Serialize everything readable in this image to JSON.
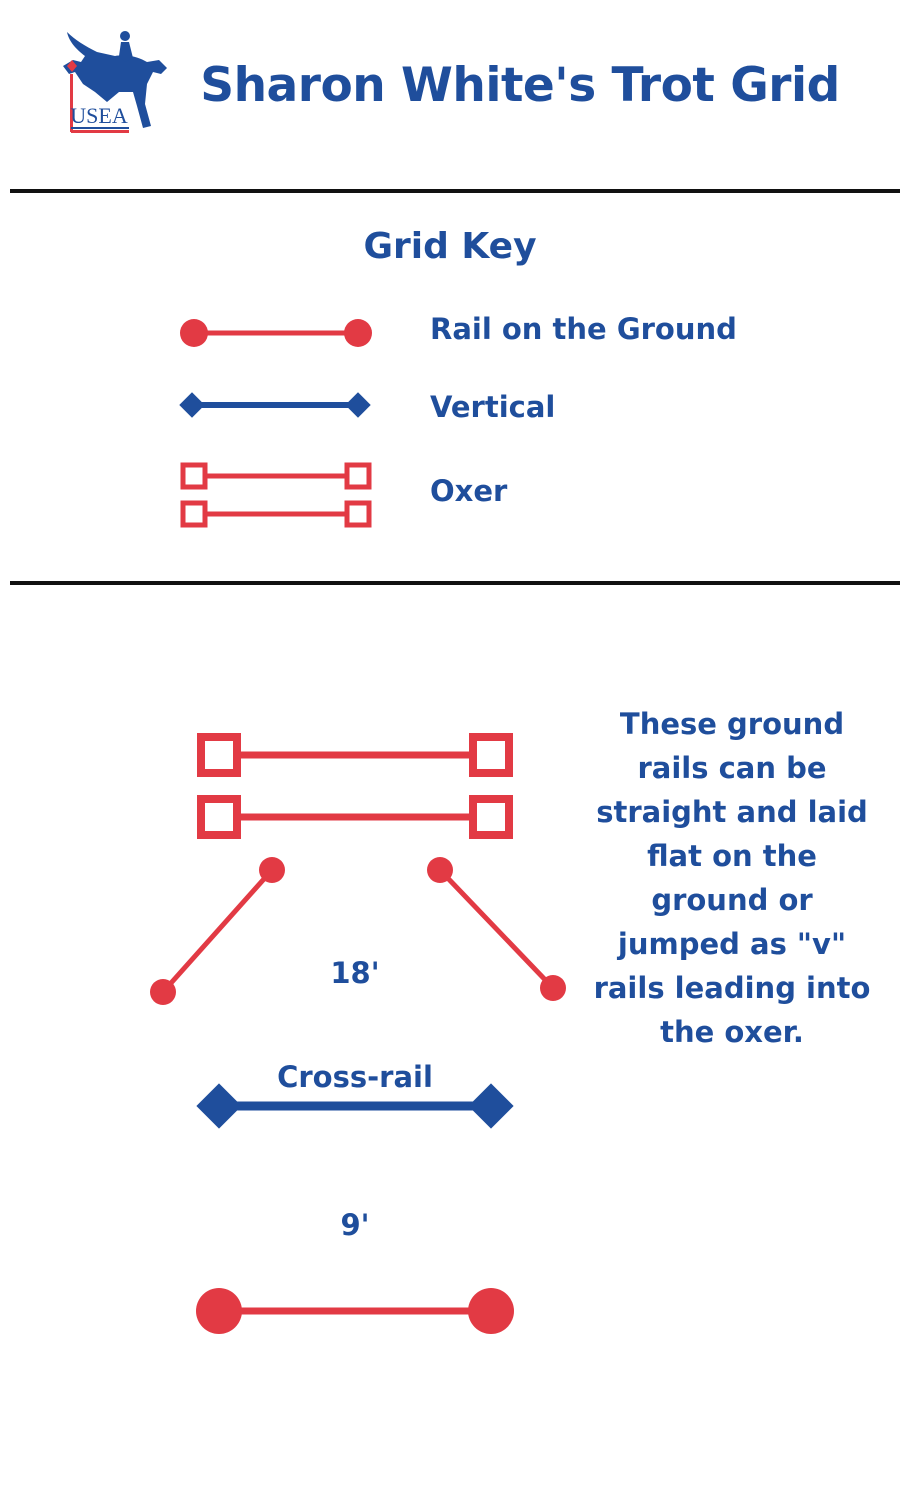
{
  "header": {
    "title": "Sharon White's Trot Grid",
    "logo_text": "USEA",
    "logo_icon": "horse-and-rider-jumping"
  },
  "key": {
    "heading": "Grid Key",
    "items": [
      {
        "label": "Rail on the Ground",
        "symbol": "rail-on-ground"
      },
      {
        "label": "Vertical",
        "symbol": "vertical"
      },
      {
        "label": "Oxer",
        "symbol": "oxer"
      }
    ]
  },
  "grid": {
    "distance_oxer": "18'",
    "cross_rail_label": "Cross-rail",
    "distance_ground_rail": "9'",
    "note": "These ground rails can be straight and laid flat on the ground or jumped as \"v\" rails leading into the oxer."
  },
  "colors": {
    "red": "#e23a44",
    "blue": "#1f4e9c",
    "divider": "#111111"
  }
}
